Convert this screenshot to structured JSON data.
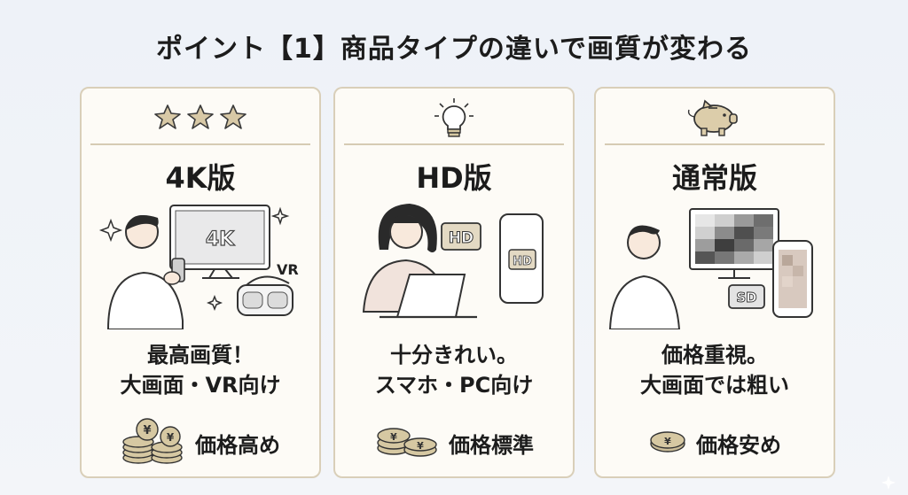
{
  "title": "ポイント【1】商品タイプの違いで画質が変わる",
  "cards": [
    {
      "heading": "4K版",
      "tv_label": "4K",
      "vr_label": "VR",
      "desc_line1": "最高画質！",
      "desc_line2": "大画面・VR向け",
      "price_label": "価格高め",
      "coin_symbol": "¥"
    },
    {
      "heading": "HD版",
      "badge_label": "HD",
      "phone_label": "HD",
      "desc_line1": "十分きれい。",
      "desc_line2": "スマホ・PC向け",
      "price_label": "価格標準",
      "coin_symbol": "¥"
    },
    {
      "heading": "通常版",
      "badge_label": "SD",
      "desc_line1": "価格重視。",
      "desc_line2": "大画面では粗い",
      "price_label": "価格安め",
      "coin_symbol": "¥"
    }
  ]
}
